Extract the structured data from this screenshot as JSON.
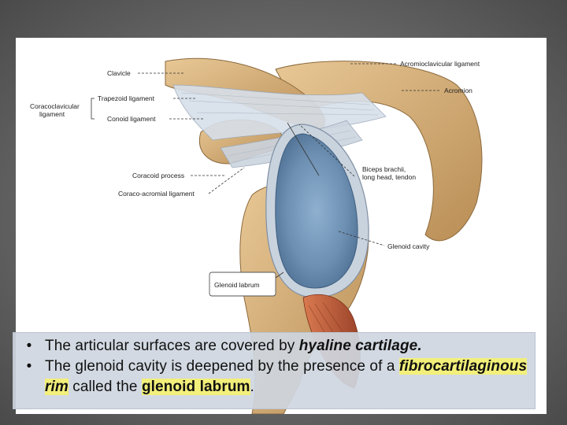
{
  "figure": {
    "labels": {
      "clavicle": "Clavicle",
      "acromioclavicular_ligament": "Acromioclavicular ligament",
      "coracoclavicular_ligament_line1": "Coracoclavicular",
      "coracoclavicular_ligament_line2": "ligament",
      "trapezoid_ligament": "Trapezoid ligament",
      "conoid_ligament": "Conoid ligament",
      "acromion": "Acromion",
      "coracoid_process": "Coracoid process",
      "coraco_acromial_ligament": "Coraco-acromial ligament",
      "biceps_line1": "Biceps brachii,",
      "biceps_line2": "long head, tendon",
      "glenoid_cavity": "Glenoid cavity",
      "glenoid_labrum": "Glenoid labrum"
    }
  },
  "bullets": {
    "b1_text": "The articular surfaces are covered by ",
    "b1_emph": "hyaline cartilage.",
    "b2_text_a": "The glenoid cavity is deepened by the presence of a ",
    "b2_emph": "fibrocartilaginous rim",
    "b2_text_b": " called the ",
    "b2_term": "glenoid labrum",
    "b2_end": "."
  },
  "colors": {
    "bone": "#d9b07a",
    "ligament": "#cfd7e2",
    "cartilage": "#6f93b6",
    "muscle": "#c0623e",
    "highlight": "#f2ef7a"
  }
}
